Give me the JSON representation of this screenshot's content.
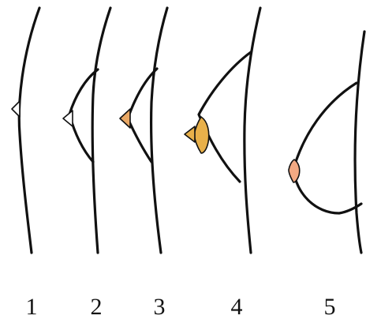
{
  "diagram": {
    "stages": [
      {
        "label": "1",
        "areola_color": "#ffffff"
      },
      {
        "label": "2",
        "areola_color": "#ffffff"
      },
      {
        "label": "3",
        "areola_color": "#e9a865"
      },
      {
        "label": "4",
        "areola_color": "#e8b04a"
      },
      {
        "label": "5",
        "areola_color": "#f2a983"
      }
    ],
    "colors": {
      "line": "#111111",
      "background": "#ffffff"
    }
  }
}
